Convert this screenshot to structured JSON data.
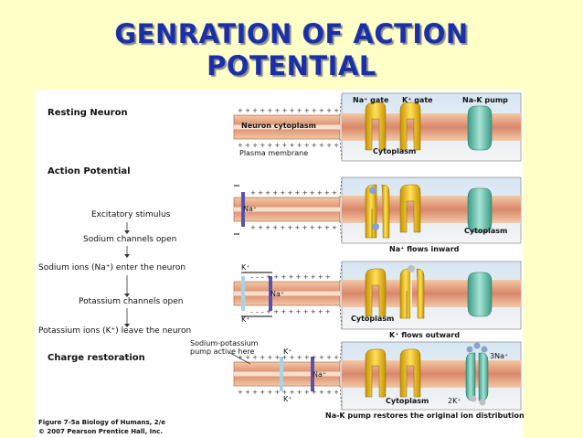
{
  "slide": {
    "title_line1": "GENRATION OF ACTION",
    "title_line2": "POTENTIAL"
  },
  "figure": {
    "sections": {
      "resting": "Resting Neuron",
      "action": "Action Potential",
      "restoration": "Charge restoration"
    },
    "steps": {
      "excitatory": "Excitatory stimulus",
      "sodium_open": "Sodium channels open",
      "sodium_enter": "Sodium ions (Na⁺) enter the neuron",
      "potassium_open": "Potassium channels open",
      "potassium_leave": "Potassium ions (K⁺) leave the neuron",
      "pump_active": "Sodium-potassium",
      "pump_active2": "pump active here"
    },
    "labels": {
      "neuron_cytoplasm": "Neuron cytoplasm",
      "plasma_membrane": "Plasma membrane",
      "na_gate": "Na⁺ gate",
      "k_gate": "K⁺ gate",
      "nak_pump": "Na-K pump",
      "cytoplasm": "Cytoplasm",
      "na_plus": "Na⁺",
      "k_plus": "K⁺",
      "three_na": "3Na⁺",
      "two_k": "2K⁺"
    },
    "captions": {
      "na_inward": "Na⁺ flows inward",
      "k_outward": "K⁺ flows outward",
      "restore": "Na-K pump restores the original ion distribution"
    },
    "credit": {
      "line1": "Figure 7-5a  Biology of Humans, 2/e",
      "line2": "© 2007 Pearson Prentice Hall, Inc."
    }
  },
  "colors": {
    "title": "#1a2fa8",
    "background": "#ffffc8",
    "membrane": "#d9876a",
    "channel": "#f2c21a",
    "pump": "#6fc7b4"
  }
}
